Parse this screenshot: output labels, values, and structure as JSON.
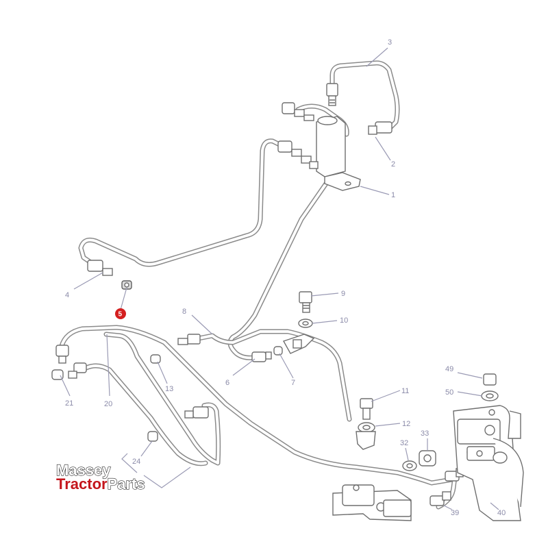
{
  "callouts": {
    "c1": "1",
    "c2": "2",
    "c3": "3",
    "c4": "4",
    "c5": "5",
    "c6": "6",
    "c7": "7",
    "c8": "8",
    "c9": "9",
    "c10": "10",
    "c11": "11",
    "c12": "12",
    "c13": "13",
    "c20": "20",
    "c21": "21",
    "c24": "24",
    "c32": "32",
    "c33": "33",
    "c39": "39",
    "c40": "40",
    "c49": "49",
    "c50": "50"
  },
  "highlight": {
    "part": "5",
    "color": "#d41f1f"
  },
  "logo": {
    "line1": "Massey",
    "line2_red": "Tractor",
    "line2_white": "Parts",
    "brand_red": "#c4161c"
  },
  "colors": {
    "pipe": "#8a8a8a",
    "callout_text": "#8a8aa8",
    "leader": "#9a9ab4"
  }
}
